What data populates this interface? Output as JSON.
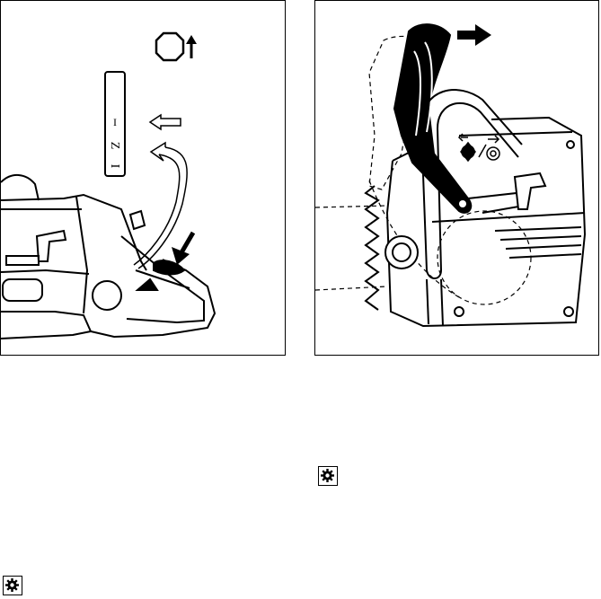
{
  "figure_left": {
    "switch_labels": [
      "I",
      "Z",
      "I"
    ],
    "stop_symbol": "octagon-stop-arrow-icon"
  },
  "figure_right": {
    "arrow": "push-right-arrow-icon",
    "choke_symbol": "choke-icon"
  },
  "markers": [
    "gear-icon",
    "gear-icon"
  ]
}
